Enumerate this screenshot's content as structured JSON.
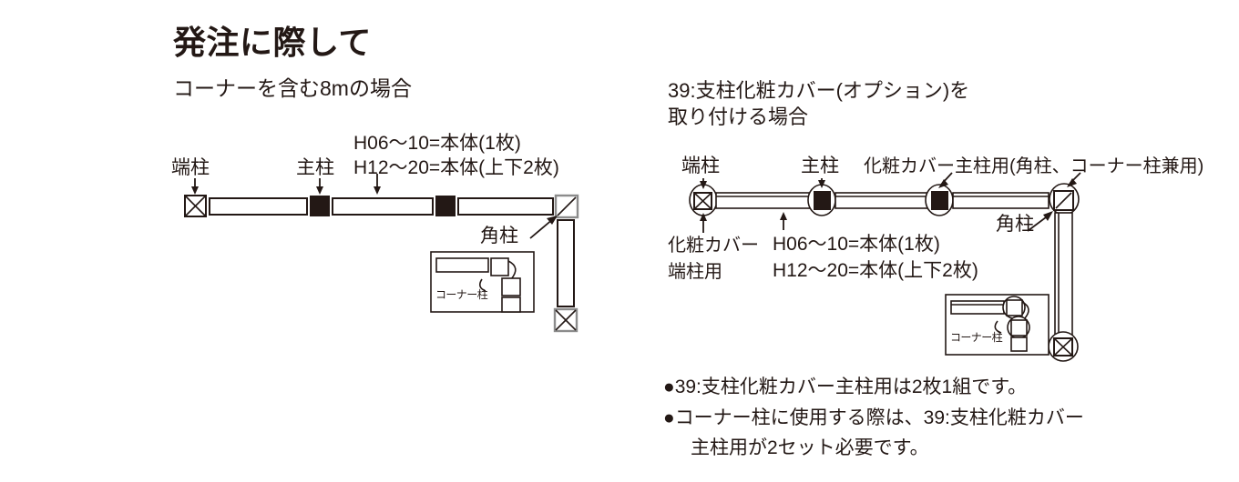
{
  "document": {
    "heading": "発注に際して",
    "subheading": "コーナーを含む8mの場合"
  },
  "left_diagram": {
    "labels": {
      "end_post": "端柱",
      "main_post": "主柱",
      "body_line1": "H06〜10=本体(1枚)",
      "body_line2": "H12〜20=本体(上下2枚)",
      "corner_post": "角柱",
      "inset_caption": "コーナー柱"
    }
  },
  "right_section": {
    "title_line1": "39:支柱化粧カバー(オプション)を",
    "title_line2": "取り付ける場合",
    "labels": {
      "end_post": "端柱",
      "main_post": "主柱",
      "cover_main_post": "化粧カバー主柱用(角柱、コーナー柱兼用)",
      "cover_end_post_line1": "化粧カバー",
      "cover_end_post_line2": "端柱用",
      "body_line1": "H06〜10=本体(1枚)",
      "body_line2": "H12〜20=本体(上下2枚)",
      "corner_post": "角柱",
      "inset_caption": "コーナー柱"
    },
    "notes": [
      {
        "bullet": "●",
        "line1": "39:支柱化粧カバー主柱用は2枚1組です。",
        "line2": ""
      },
      {
        "bullet": "●",
        "line1": "コーナー柱に使用する際は、39:支柱化粧カバー",
        "line2": "主柱用が2セット必要です。"
      }
    ]
  },
  "colors": {
    "ink": "#231815",
    "gray_line": "#8c8c8c",
    "background": "#ffffff"
  }
}
